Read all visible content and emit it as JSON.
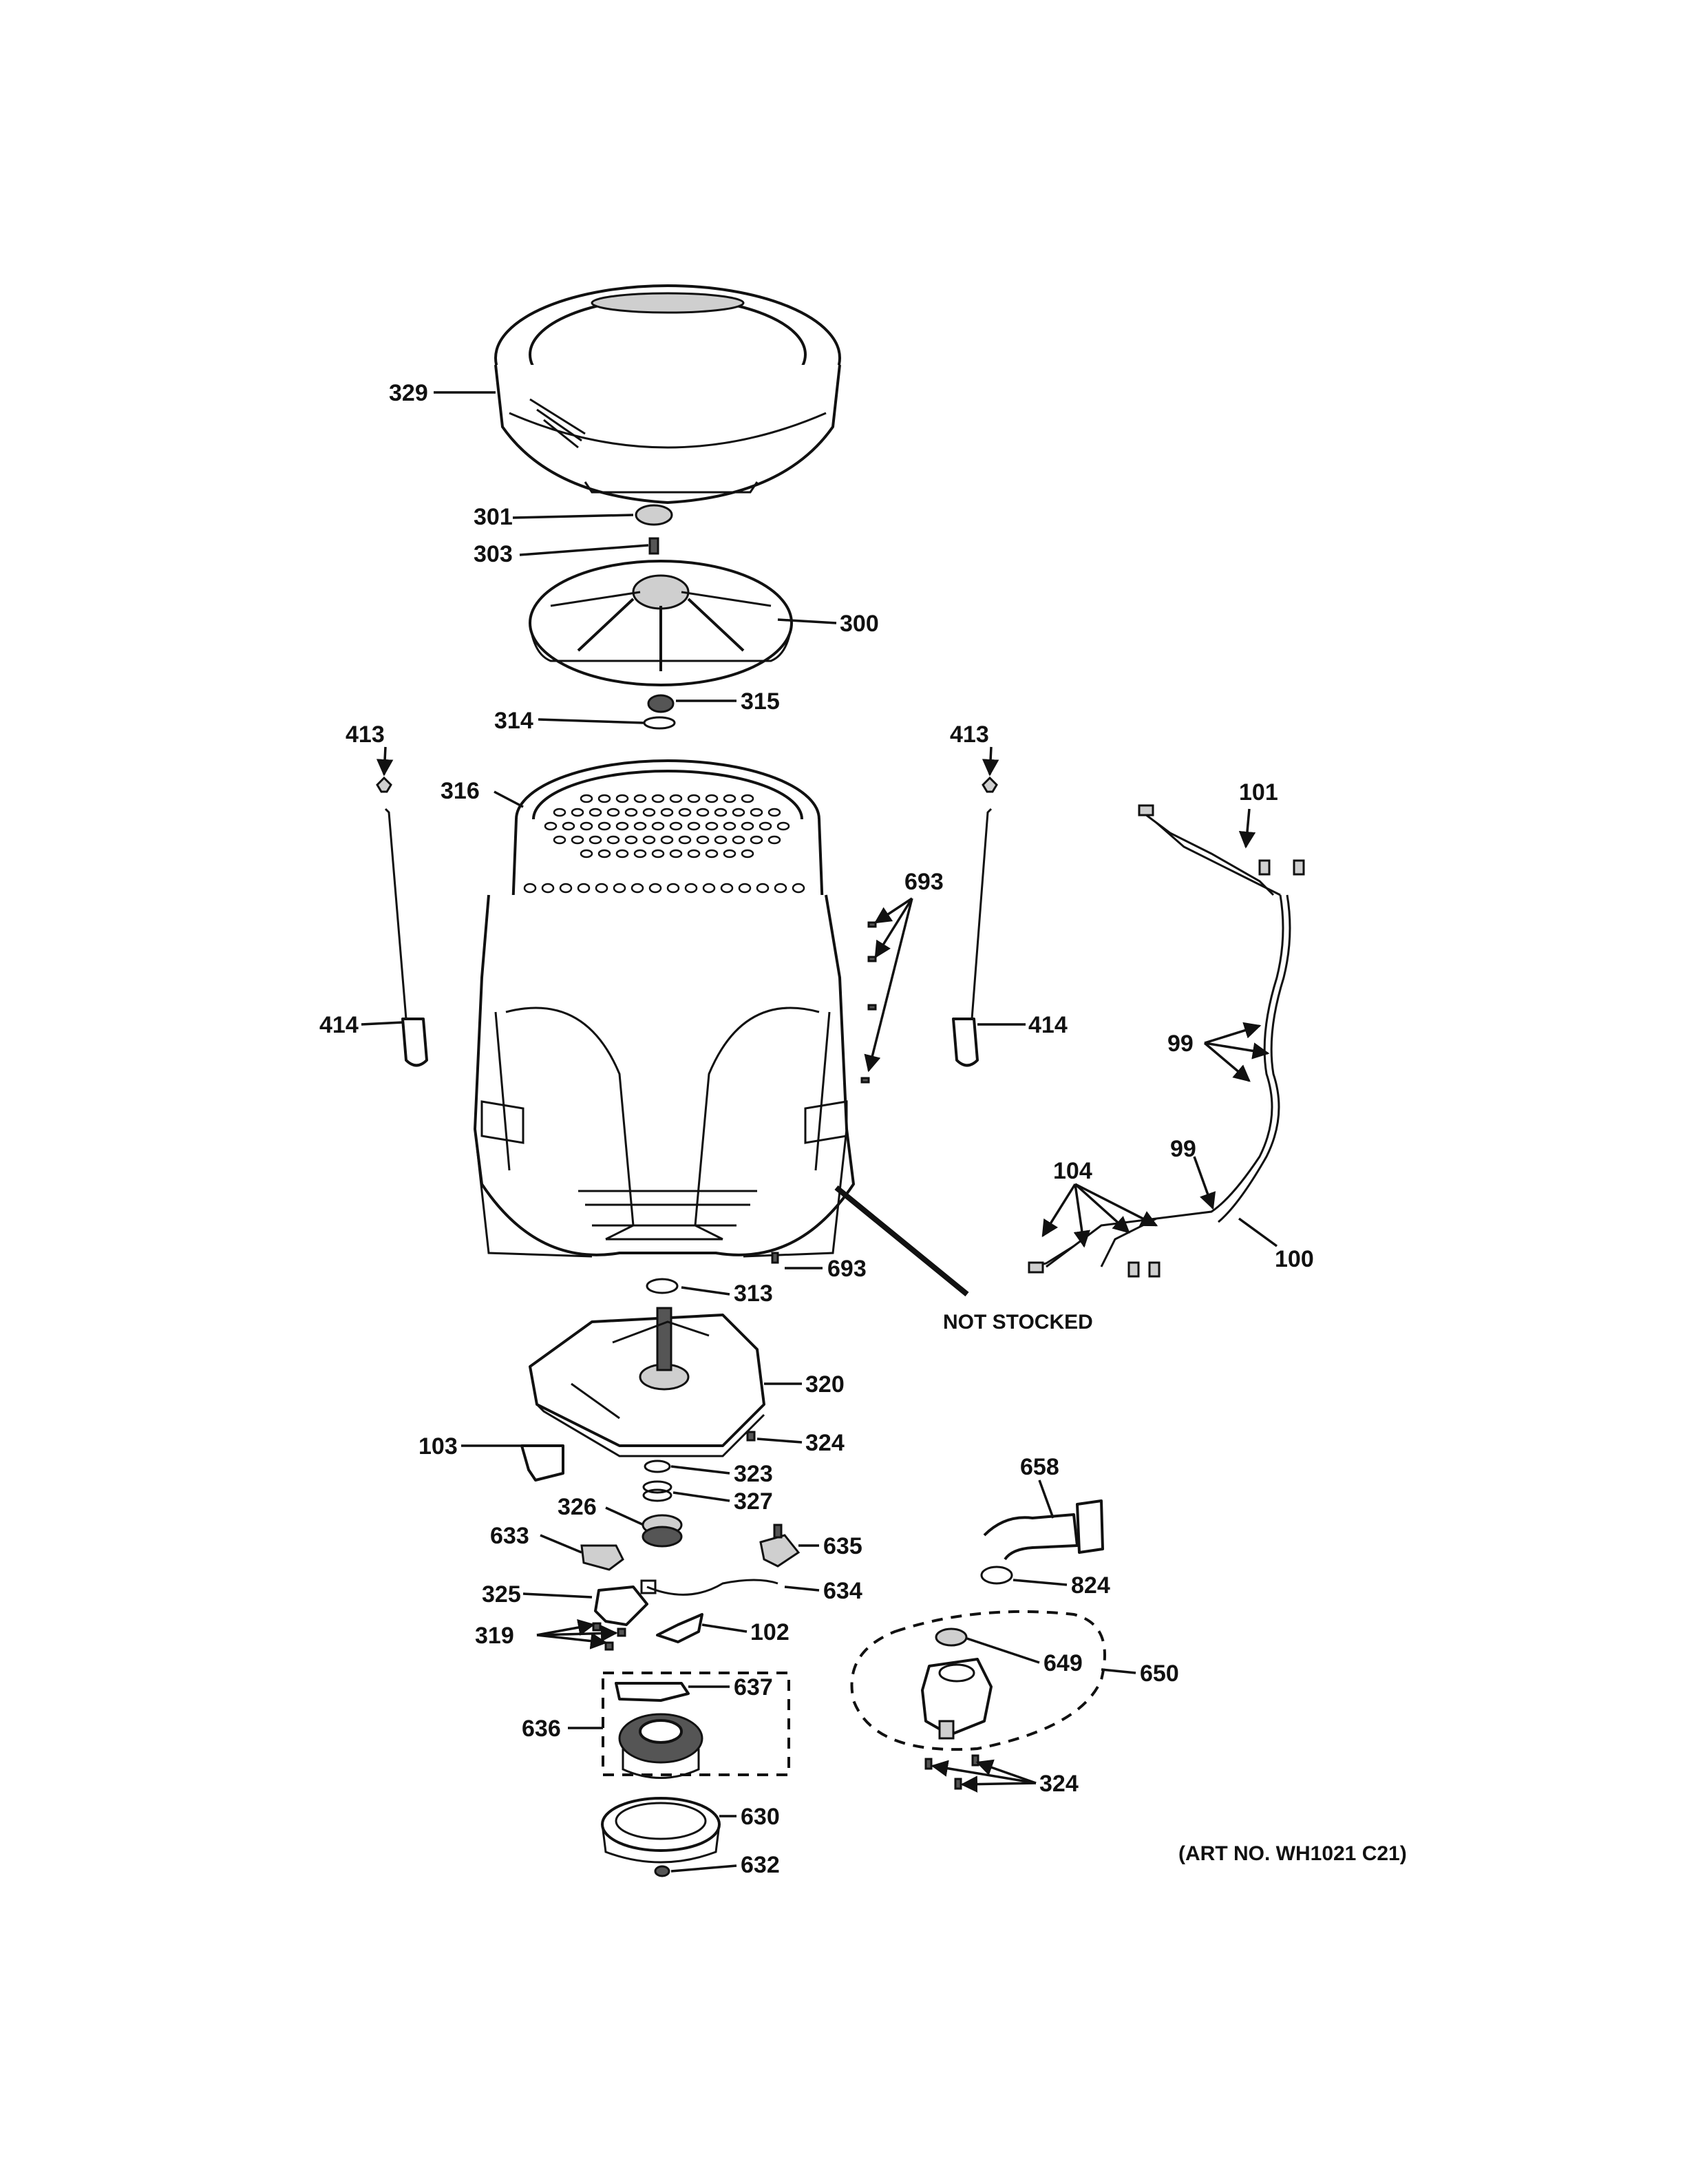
{
  "callouts": {
    "c329": "329",
    "c301": "301",
    "c303": "303",
    "c300": "300",
    "c315": "315",
    "c314": "314",
    "c316": "316",
    "c413_left": "413",
    "c413_right": "413",
    "c414_left": "414",
    "c414_right": "414",
    "c693_top": "693",
    "c693_bottom": "693",
    "c101": "101",
    "c99_a": "99",
    "c99_b": "99",
    "c104": "104",
    "c100": "100",
    "c313": "313",
    "c320": "320",
    "c324_a": "324",
    "c103": "103",
    "c323": "323",
    "c327": "327",
    "c326": "326",
    "c633": "633",
    "c635": "635",
    "c634": "634",
    "c325": "325",
    "c319": "319",
    "c102": "102",
    "c637": "637",
    "c636": "636",
    "c630": "630",
    "c632": "632",
    "c658": "658",
    "c824": "824",
    "c649": "649",
    "c650": "650",
    "c324_b": "324"
  },
  "notes": {
    "not_stocked": "NOT STOCKED",
    "art_no": "(ART NO. WH1021 C21)"
  },
  "icons": {
    "arrow": "arrowhead-icon"
  }
}
